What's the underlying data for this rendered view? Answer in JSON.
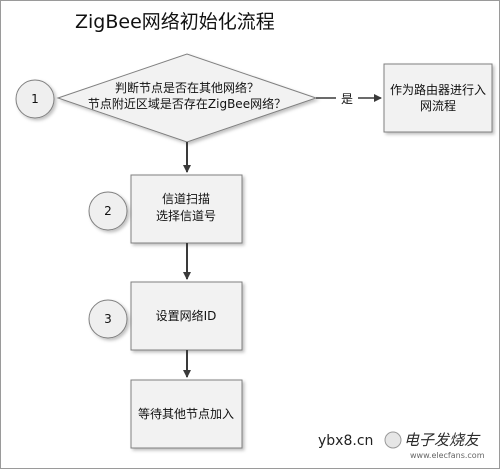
{
  "title": "ZigBee网络初始化流程",
  "steps": [
    {
      "num": "1",
      "lines": [
        "判断节点是否在其他网络？",
        "节点附近区域是否存在ZigBee网络？"
      ]
    },
    {
      "num": "2",
      "lines": [
        "信道扫描",
        "选择信道号"
      ]
    },
    {
      "num": "3",
      "lines": [
        "设置网络ID"
      ]
    }
  ],
  "yes_label": "是",
  "router_box": {
    "lines": [
      "作为路由器进行入",
      "网流程"
    ]
  },
  "final_box": {
    "lines": [
      "等待其他节点加入"
    ]
  },
  "watermark": {
    "site": "ybx8.cn",
    "brand": "电子发烧友",
    "url": "www.elecfans.com"
  },
  "colors": {
    "box_fill": "#f2f2f2",
    "circle_fill": "#efefef",
    "stroke": "#808080",
    "arrow": "#3a3a3a"
  }
}
